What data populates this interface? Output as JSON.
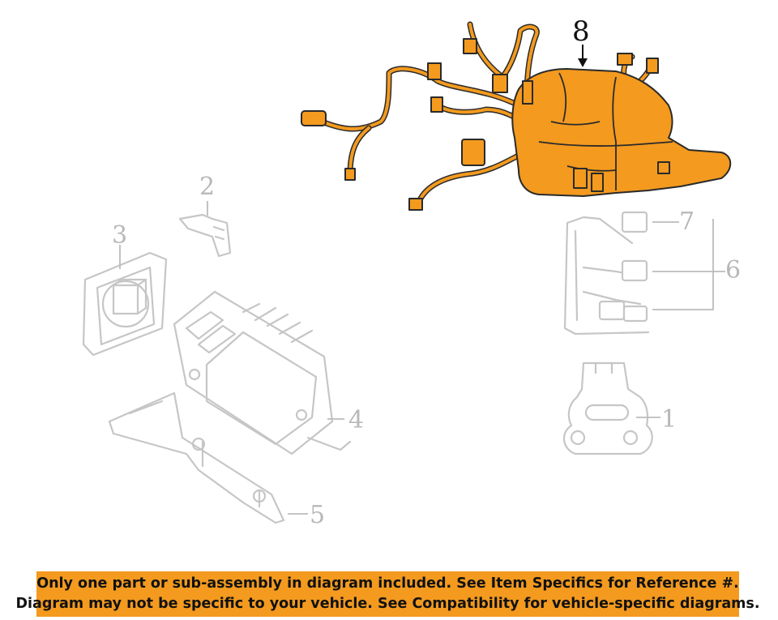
{
  "callouts": {
    "main_part": "8",
    "c1": "1",
    "c2": "2",
    "c3": "3",
    "c4": "4",
    "c5": "5",
    "c6": "6",
    "c7": "7"
  },
  "banner": {
    "line1": "Only one part or sub-assembly in diagram included. See Item Specifics for Reference #.",
    "line2": "Diagram may not be specific to your vehicle. See Compatibility for vehicle-specific diagrams."
  },
  "colors": {
    "highlight": "#f39a1f",
    "ghost_parts": "#c6c6c6",
    "outline": "#2a2a2a"
  }
}
